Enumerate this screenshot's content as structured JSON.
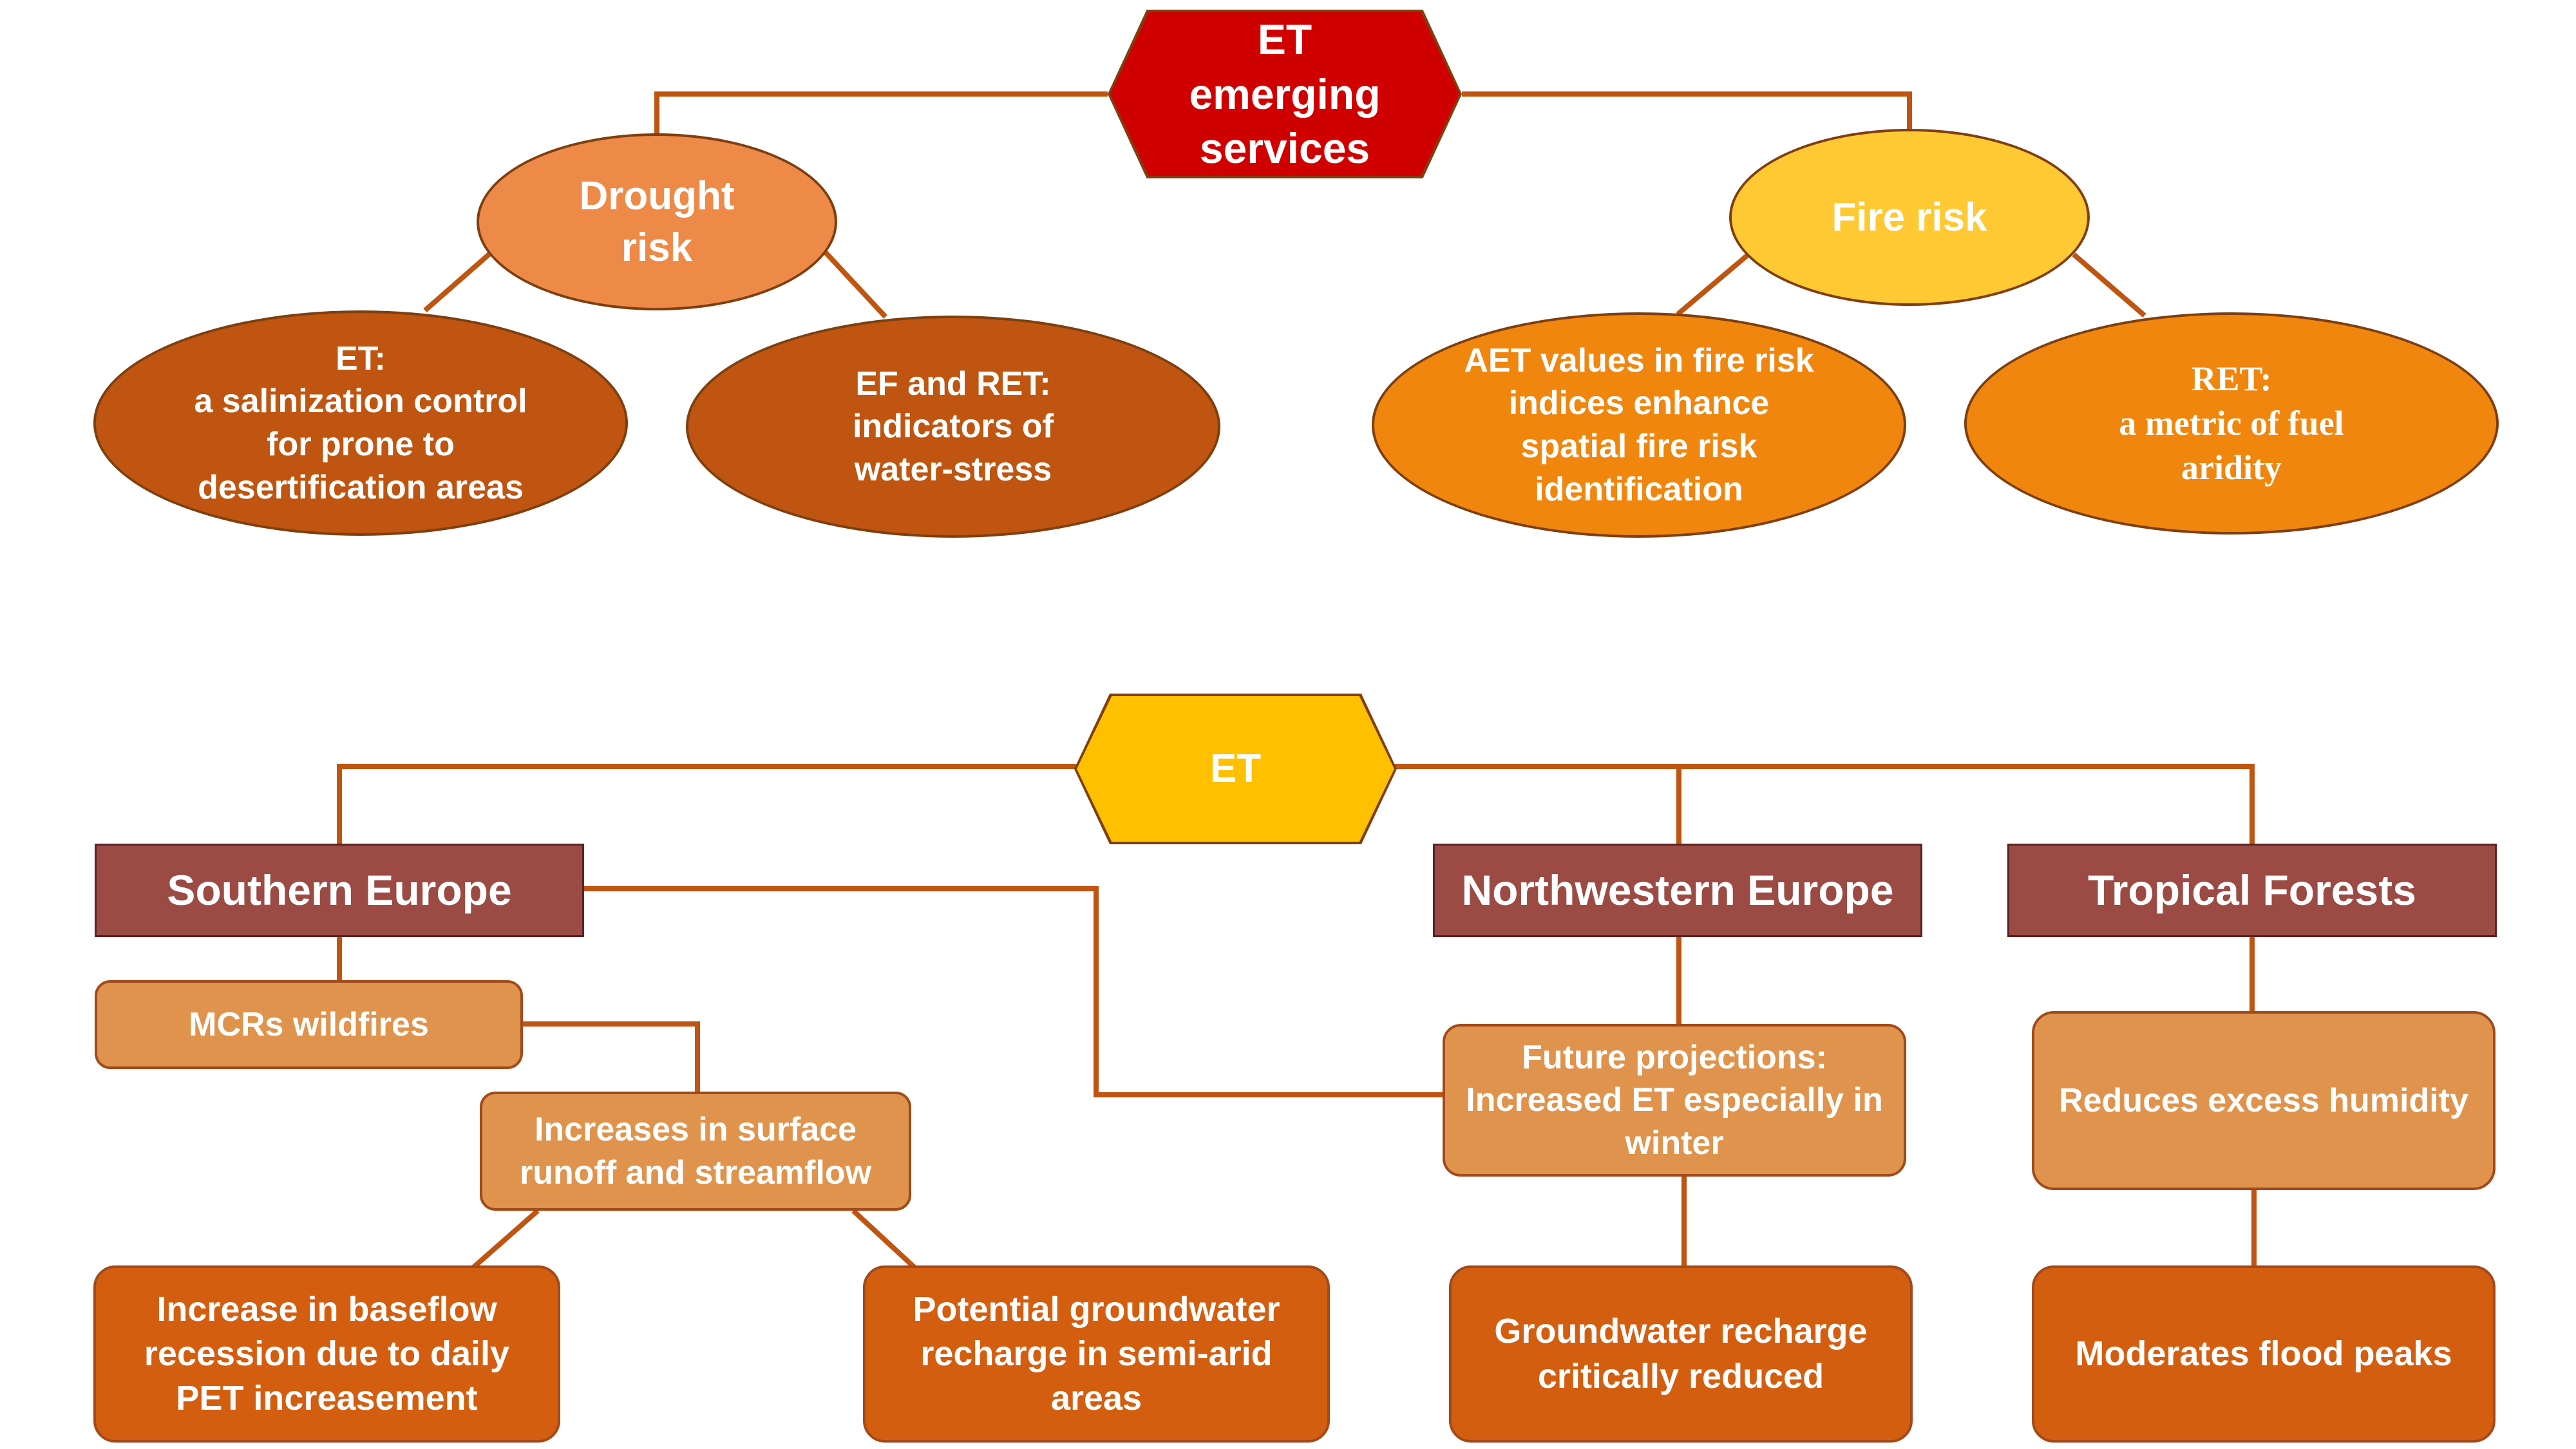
{
  "top_diagram": {
    "root": {
      "label": "ET\nemerging\nservices",
      "color": "#d10000"
    },
    "categories": [
      {
        "label": "Drought\nrisk",
        "color": "#ee8a48",
        "children": [
          {
            "label": "ET:\na salinization control\nfor prone to\ndesertification areas",
            "color": "#bf5510"
          },
          {
            "label": "EF and RET:\nindicators of\nwater-stress",
            "color": "#bf5510"
          }
        ]
      },
      {
        "label": "Fire risk",
        "color": "#ffc933",
        "children": [
          {
            "label": "AET values in fire risk\nindices enhance\nspatial fire risk\nidentification",
            "color": "#f0860e"
          },
          {
            "label": "RET:\na metric of fuel\naridity",
            "color": "#f0860e"
          }
        ]
      }
    ]
  },
  "bottom_diagram": {
    "root": {
      "label": "ET",
      "color": "#ffc000"
    },
    "regions": [
      {
        "label": "Southern Europe",
        "color": "#9b4a44"
      },
      {
        "label": "Northwestern Europe",
        "color": "#9b4a44"
      },
      {
        "label": "Tropical Forests",
        "color": "#9b4a44"
      }
    ],
    "southern": {
      "wildfires": "MCRs wildfires",
      "runoff": "Increases in surface\nrunoff and streamflow",
      "baseflow": "Increase in baseflow\nrecession due to daily\nPET increasement",
      "recharge": "Potential groundwater\nrecharge in semi-arid\nareas"
    },
    "northwestern": {
      "projections": "Future projections:\nIncreased ET  especially in\nwinter",
      "recharge_reduced": "Groundwater  recharge\ncritically reduced"
    },
    "tropical": {
      "humidity": "Reduces excess humidity",
      "flood": "Moderates flood peaks"
    }
  },
  "colors": {
    "connector": "#bf5510",
    "mid_box": "#e0934c",
    "leaf_box": "#d45e10"
  }
}
